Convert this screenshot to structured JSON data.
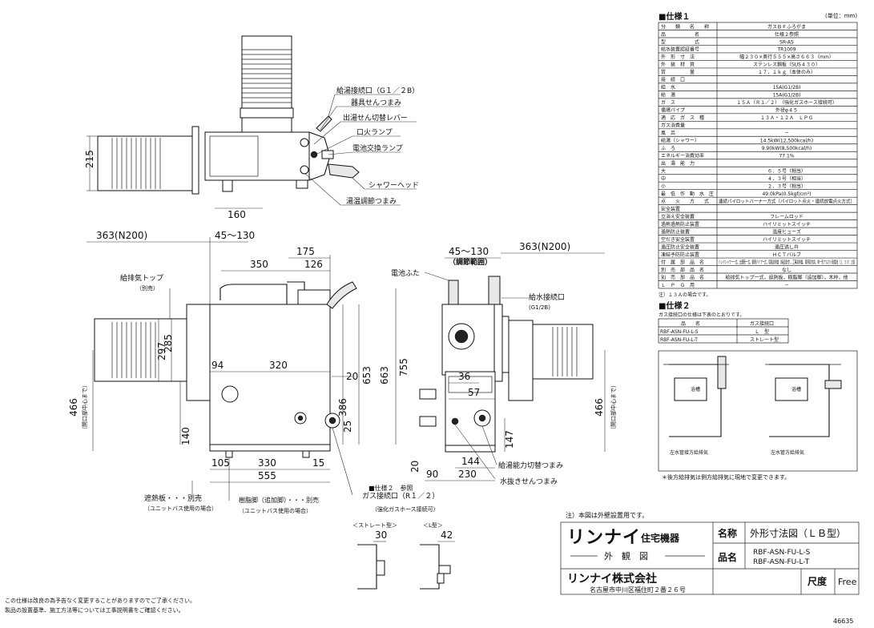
{
  "header": {
    "unit": "(単位：mm)"
  },
  "spec1": {
    "title": "■仕様１",
    "rows": [
      {
        "label": "分　　類　　名　　称",
        "value": "ガスＢＦふろがま"
      },
      {
        "label": "品　　　　　　名",
        "value": "仕様２参照"
      },
      {
        "label": "型　　　　　　式",
        "value": "SR-AS"
      },
      {
        "label": "給水装置認証番号",
        "value": "TR1009"
      },
      {
        "label": "外　形　寸　法",
        "value": "幅２３０×奥行５５５×高さ６６３（mm）"
      },
      {
        "label": "外　装　材　質",
        "value": "ステンレス鋼板（SUS４３０）"
      },
      {
        "label": "質　　　　　量",
        "value": "１７．１ｋｇ（本体のみ）"
      },
      {
        "label": "接　続　口",
        "value": ""
      },
      {
        "label": "給　水",
        "value": "15A(G1/2B)"
      },
      {
        "label": "給　湯",
        "value": "15A(G1/2B)"
      },
      {
        "label": "ガ　ス",
        "value": "１５Ａ（Ｒ１／２）　（強化ガスホース接続可）"
      },
      {
        "label": "循環パイプ",
        "value": "外径φ４５"
      },
      {
        "label": "適　応　ガ　ス　種",
        "value": "１３Ａ・１２Ａ　ＬＰＧ"
      },
      {
        "label": "ガス消費量",
        "value": ""
      },
      {
        "label": "風　呂",
        "value": "－"
      },
      {
        "label": "給湯（シャワー）",
        "value": "14.5kW(12,500kcal/h)"
      },
      {
        "label": "ふ　ろ",
        "value": "9.90kW(8,500kcal/h)"
      },
      {
        "label": "エネルギー消費効率",
        "value": "77.1%"
      },
      {
        "label": "出　湯　能　力",
        "value": ""
      },
      {
        "label": "大",
        "value": "６．５号（相当）"
      },
      {
        "label": "中",
        "value": "４．３号（相当）"
      },
      {
        "label": "小",
        "value": "２．３号（相当）"
      },
      {
        "label": "最　低　作　動　水　圧",
        "value": "49.0kPa(0.5kgf/cm²)"
      },
      {
        "label": "点　　火　　方　　式",
        "value": "連続パイロットバーナー方式（パイロット点火・連続放電点火方式）"
      },
      {
        "label": "安全装置",
        "value": ""
      },
      {
        "label": "立消え安全装置",
        "value": "フレームロッド"
      },
      {
        "label": "過熱過熱防止装置",
        "value": "ハイリミットスイッチ"
      },
      {
        "label": "過熱防止装置",
        "value": "温度ヒューズ"
      },
      {
        "label": "空だき安全装置",
        "value": "ハイリミットスイッチ"
      },
      {
        "label": "過圧防止安全装置",
        "value": "過圧逃し弁"
      },
      {
        "label": "凍結予防防止装置",
        "value": "ＨＣＴバルブ"
      },
      {
        "label": "付　属　部　品　名",
        "value": "ハンドシャワー一式，出湯管一式，循環パイプ一式，取扱説明書（保証書付），工事説明書，専用取付具，単一形アルカリ乾電池（１．５Ｖ）２個"
      },
      {
        "label": "別　売　部　品　名",
        "value": "なし"
      },
      {
        "label": "別　売　部　品　名",
        "value": "給排気トップ一式，遮熱板，樹脂脚（追加脚），木枠，他"
      },
      {
        "label": "Ｌ　Ｐ　Ｇ　用",
        "value": "－"
      }
    ],
    "note": "注）１３Ａの場合です。"
  },
  "spec2": {
    "title": "■仕様２",
    "subtitle": "ガス接続口の仕様は下表のとおりです。",
    "col1": "品　　名",
    "col2": "ガス接続口",
    "rows": [
      {
        "name": "RBF-ASN-FU-L-S",
        "value": "Ｌ　型"
      },
      {
        "name": "RBF-ASN-FU-L-T",
        "value": "ストレート型"
      }
    ]
  },
  "install": {
    "left_caption": "左水管接方給排気",
    "right_caption": "左水管方給排気",
    "note": "＊後方給排気は側方給排気に現地で変更できます。",
    "tub_label": "浴槽"
  },
  "top_view": {
    "labels": {
      "hot_outlet": "給湯接続口（G１／２B）",
      "pour_knob": "器具せんつまみ",
      "switch_lever": "出湯せん切替レバー",
      "pilot_lamp": "口火ランプ",
      "battery_lamp": "電池交換ランプ",
      "shower_head": "シャワーヘッド",
      "temp_knob": "湯温調節つまみ"
    },
    "dims": {
      "h215": "215",
      "w160": "160"
    }
  },
  "front_view": {
    "dims": {
      "d363": "363(N200)",
      "d45_130": "45～130",
      "d175": "175",
      "d350": "350",
      "d126": "126",
      "d297": "297",
      "d285": "285",
      "d94": "94",
      "d320": "320",
      "d20": "20",
      "d653": "653",
      "d663": "663",
      "d755": "755",
      "d386": "386",
      "d25": "25",
      "d140": "140",
      "d466": "466",
      "d105": "105",
      "d330": "330",
      "d15": "15",
      "d555": "555"
    },
    "labels": {
      "vent_top": "給排気トップ",
      "vent_top_sub": "（別売）",
      "center_mark": "（開口部中心まで）",
      "heat_shield": "遮熱板・・・別売",
      "heat_shield_sub": "（ユニットバス使用の場合）",
      "resin_leg": "樹脂脚（追加脚）・・・別売",
      "resin_leg_sub": "（ユニットバス使用の場合）",
      "spec2_ref": "■仕様２　参照",
      "gas_inlet": "ガス接続口（R１／２）",
      "gas_inlet_sub": "（強化ガスホース接続可）"
    }
  },
  "side_view": {
    "dims": {
      "d45_130": "45～130",
      "adj": "（調節範囲）",
      "d363": "363(N200)",
      "d36": "36",
      "d57": "57",
      "d147": "147",
      "d144": "144",
      "d90": "90",
      "d230": "230",
      "d466": "466",
      "d20": "20"
    },
    "labels": {
      "battery_cover": "電池ふた",
      "water_inlet": "給水接続口",
      "water_inlet_sub": "(G1/2B)",
      "capacity_knob": "給湯能力切替つまみ",
      "drain_knob": "水抜きせんつまみ",
      "center_mark": "（開口部中心まで）"
    }
  },
  "gas_types": {
    "straight": "＜ストレート型＞",
    "l_type": "＜L型＞",
    "d30": "30",
    "d42": "42"
  },
  "title_block": {
    "note": "注）本図は外壁設置用です。",
    "brand_main": "リンナイ",
    "brand_sub": "住宅機器",
    "view": "外　観　図",
    "company": "リンナイ株式会社",
    "address": "名古屋市中川区福住町２番２６号",
    "name_label": "名称",
    "name_value": "外形寸法図（ＬＢ型）",
    "model_label": "品名",
    "model_1": "RBF-ASN-FU-L-S",
    "model_2": "RBF-ASN-FU-L-T",
    "scale_label": "尺度",
    "scale_value": "Free"
  },
  "footer": {
    "line1": "この仕様は改良の為予告なく変更することがありますのでご了承ください。",
    "line2": "製品の設置基準、施工方法等については工事説明書をご確認ください。",
    "drawing_no": "46635"
  }
}
